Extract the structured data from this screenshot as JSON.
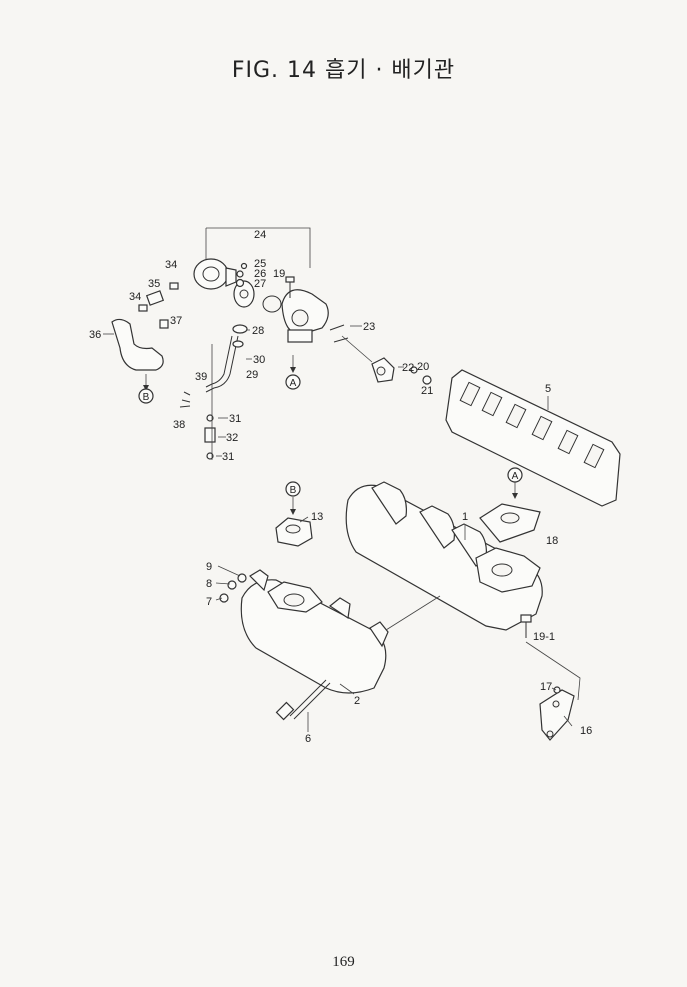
{
  "title": "FIG. 14 흡기 · 배기관",
  "page_number": "169",
  "reference_markers": {
    "a": "A",
    "b": "B"
  },
  "part_labels": {
    "p1": "1",
    "p2": "2",
    "p5": "5",
    "p6": "6",
    "p7": "7",
    "p8": "8",
    "p9": "9",
    "p13": "13",
    "p16": "16",
    "p17": "17",
    "p18": "18",
    "p19": "19",
    "p19_1": "19-1",
    "p20": "20",
    "p21": "21",
    "p22": "22",
    "p23": "23",
    "p24": "24",
    "p25": "25",
    "p26": "26",
    "p27": "27",
    "p28": "28",
    "p29": "29",
    "p30": "30",
    "p31a": "31",
    "p31b": "31",
    "p32": "32",
    "p34a": "34",
    "p34b": "34",
    "p35": "35",
    "p36": "36",
    "p37": "37",
    "p38": "38",
    "p39": "39"
  }
}
